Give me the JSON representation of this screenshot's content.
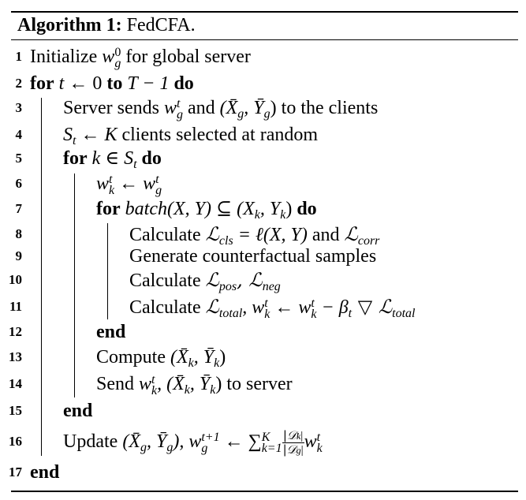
{
  "algorithm": {
    "label": "Algorithm 1:",
    "name": "FedCFA."
  },
  "lines": [
    {
      "num": "1",
      "parts": [
        "Initialize ",
        "w",
        "0",
        "g",
        " for global server"
      ]
    },
    {
      "num": "2",
      "parts": [
        "for",
        "t",
        "←",
        "0",
        "to",
        "T − 1",
        "do"
      ]
    },
    {
      "num": "3",
      "parts": [
        "Server sends ",
        "w",
        "t",
        "g",
        " and ",
        "(X̄",
        "g",
        ", Ȳ",
        "g",
        ")",
        " to the clients"
      ]
    },
    {
      "num": "4",
      "parts": [
        "S",
        "t",
        " ← ",
        "K",
        " clients selected at random"
      ]
    },
    {
      "num": "5",
      "parts": [
        "for",
        "k",
        " ∈ ",
        "S",
        "t",
        "do"
      ]
    },
    {
      "num": "6",
      "parts": [
        "w",
        "t",
        "k",
        " ← ",
        "w",
        "t",
        "g"
      ]
    },
    {
      "num": "7",
      "parts": [
        "for",
        "batch",
        "(X, Y) ⊆ (X",
        "k",
        ", Y",
        "k",
        ")",
        "do"
      ]
    },
    {
      "num": "8",
      "parts": [
        "Calculate ",
        "ℒ",
        "cls",
        " = ℓ(X, Y)",
        " and ",
        "ℒ",
        "corr"
      ]
    },
    {
      "num": "9",
      "parts": [
        "Generate counterfactual samples"
      ]
    },
    {
      "num": "10",
      "parts": [
        "Calculate ",
        "ℒ",
        "pos",
        ", ℒ",
        "neg"
      ]
    },
    {
      "num": "11",
      "parts": [
        "Calculate ",
        "ℒ",
        "total",
        ", w",
        "t",
        "k",
        " ← w",
        "t",
        "k",
        " − β",
        "t",
        " ▽ ℒ",
        "total"
      ]
    },
    {
      "num": "12",
      "parts": [
        "end"
      ]
    },
    {
      "num": "13",
      "parts": [
        "Compute ",
        "(X̄",
        "k",
        ", Ȳ",
        "k",
        ")"
      ]
    },
    {
      "num": "14",
      "parts": [
        "Send ",
        "w",
        "t",
        "k",
        ", (X̄",
        "k",
        ", Ȳ",
        "k",
        ")",
        " to server"
      ]
    },
    {
      "num": "15",
      "parts": [
        "end"
      ]
    },
    {
      "num": "16",
      "parts": [
        "Update ",
        "(X̄",
        "g",
        ", Ȳ",
        "g",
        "), w",
        "t+1",
        "g",
        " ← ∑",
        "K",
        "k=1",
        "|𝒟",
        "k",
        "|",
        "|𝒟",
        "g",
        "|",
        "w",
        "t",
        "k"
      ]
    },
    {
      "num": "17",
      "parts": [
        "end"
      ]
    }
  ]
}
